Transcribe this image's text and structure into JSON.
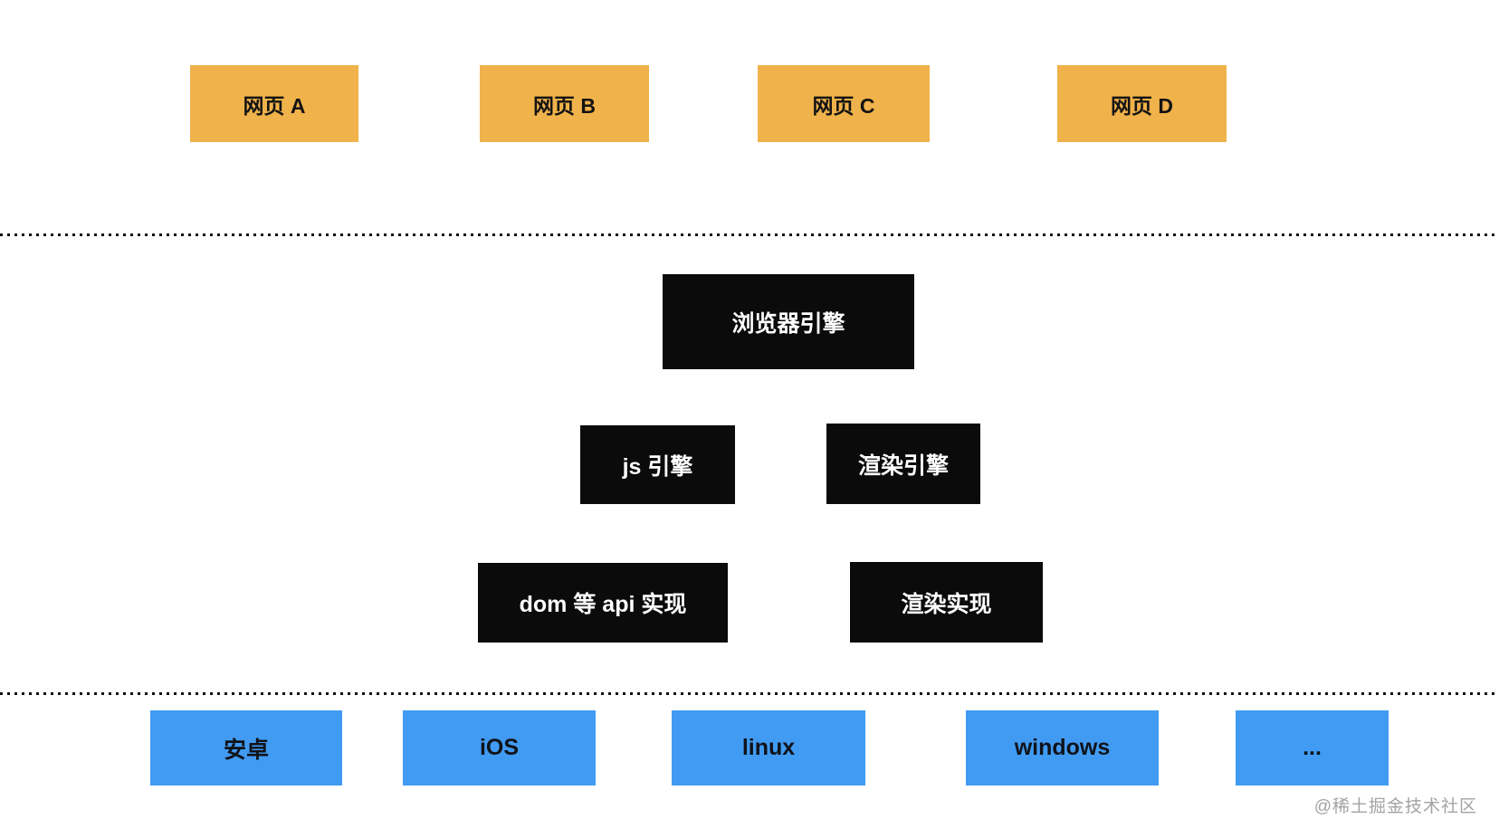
{
  "diagram": {
    "title": "browser-architecture-diagram",
    "web_pages": [
      {
        "label": "网页 A"
      },
      {
        "label": "网页 B"
      },
      {
        "label": "网页 C"
      },
      {
        "label": "网页 D"
      }
    ],
    "browser_engine": {
      "label": "浏览器引擎"
    },
    "engines": [
      {
        "label": "js 引擎"
      },
      {
        "label": "渲染引擎"
      }
    ],
    "implementations": [
      {
        "label": "dom 等 api 实现"
      },
      {
        "label": "渲染实现"
      }
    ],
    "operating_systems": [
      {
        "label": "安卓"
      },
      {
        "label": "iOS"
      },
      {
        "label": "linux"
      },
      {
        "label": "windows"
      },
      {
        "label": "..."
      }
    ],
    "watermark": "@稀土掘金技术社区",
    "colors": {
      "web_page_box": "#F0B24A",
      "engine_box": "#0B0B0B",
      "os_box": "#419BF2",
      "dotted_separator": "#111111",
      "watermark_text": "#A3A3A3",
      "background": "#FFFFFF"
    }
  }
}
